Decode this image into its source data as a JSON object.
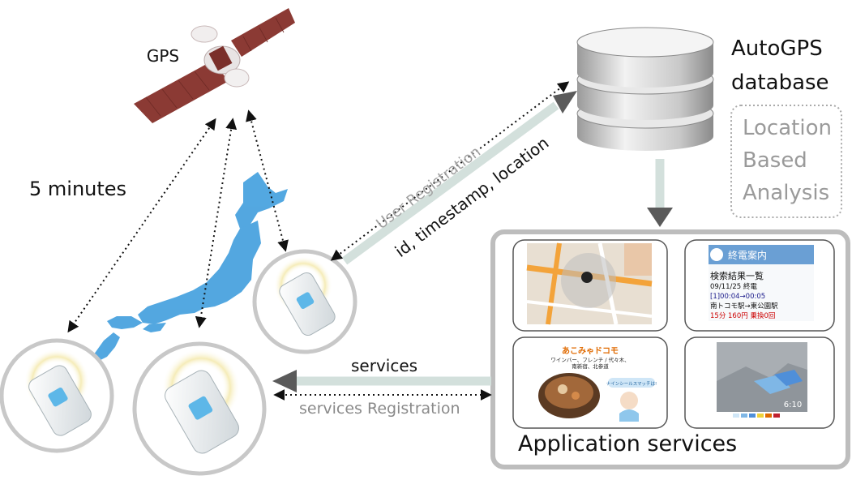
{
  "labels": {
    "gps": "GPS",
    "five_minutes": "5 minutes",
    "database_line1": "AutoGPS",
    "database_line2": "database",
    "analysis_line1": "Location",
    "analysis_line2": "Based",
    "analysis_line3": "Analysis",
    "user_registration": "User Registration",
    "id_timestamp_location": "id, timestamp, location",
    "services": "services",
    "services_registration": "services Registration",
    "application_services": "Application services"
  },
  "screenshots": {
    "transit": {
      "header": "終電案内",
      "title": "検索結果一覧",
      "line1": "09/11/25 終電",
      "line2": "[1]00:04→00:05",
      "line3": "南トコモ駅→東公園駅",
      "line4": "15分 160円 乗換0回"
    },
    "restaurant": {
      "title": "あこみゃドコモ",
      "subtitle": "ワインバー、フレンチ / 代々木、",
      "subtitle2": "南新宿、北参道",
      "bubble": "ナインシールスマッチは!"
    },
    "weather": {
      "time": "6:10"
    }
  },
  "colors": {
    "arrow_fill": "#d3e0dc",
    "arrow_head": "#5a5a5a",
    "japan_blue": "#4aa3df",
    "satellite_red": "#8b3a34",
    "analysis_text": "#9a9a9a",
    "box_border": "#bdbdbd"
  }
}
